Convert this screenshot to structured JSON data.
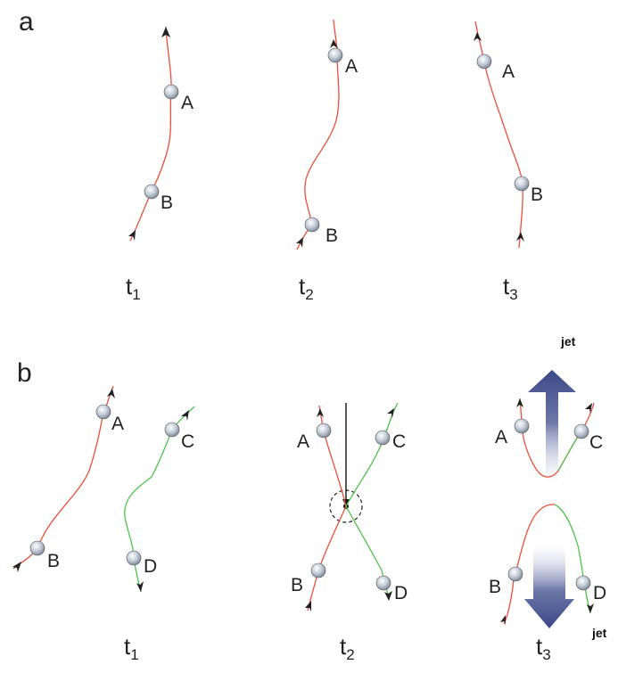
{
  "panels": {
    "a": {
      "label": "a"
    },
    "b": {
      "label": "b"
    }
  },
  "points": {
    "A": "A",
    "B": "B",
    "C": "C",
    "D": "D"
  },
  "times": [
    {
      "base": "t",
      "sub": "1"
    },
    {
      "base": "t",
      "sub": "2"
    },
    {
      "base": "t",
      "sub": "3"
    }
  ],
  "jet": {
    "top": "jet",
    "bottom": "jet"
  },
  "colors": {
    "red_fieldline": "#e8503a",
    "green_fieldline": "#4fc24a",
    "jet_arrow": "#3d4a86",
    "particle": "#b8c4d2"
  }
}
